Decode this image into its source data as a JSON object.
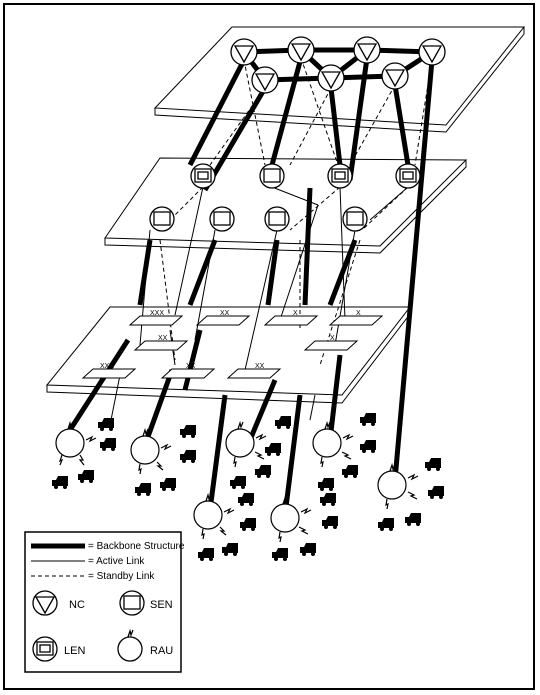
{
  "legend": {
    "backbone": "= Backbone Structure",
    "active": "= Active Link",
    "standby": "= Standby Link",
    "nc": "NC",
    "sen": "SEN",
    "len": "LEN",
    "rau": "RAU"
  },
  "plate_labels": [
    "XXX",
    "XX",
    "X",
    "X",
    "XX",
    "X",
    "XXX",
    "XX",
    "XX"
  ],
  "colors": {
    "ink": "#000000",
    "paper": "#ffffff"
  }
}
